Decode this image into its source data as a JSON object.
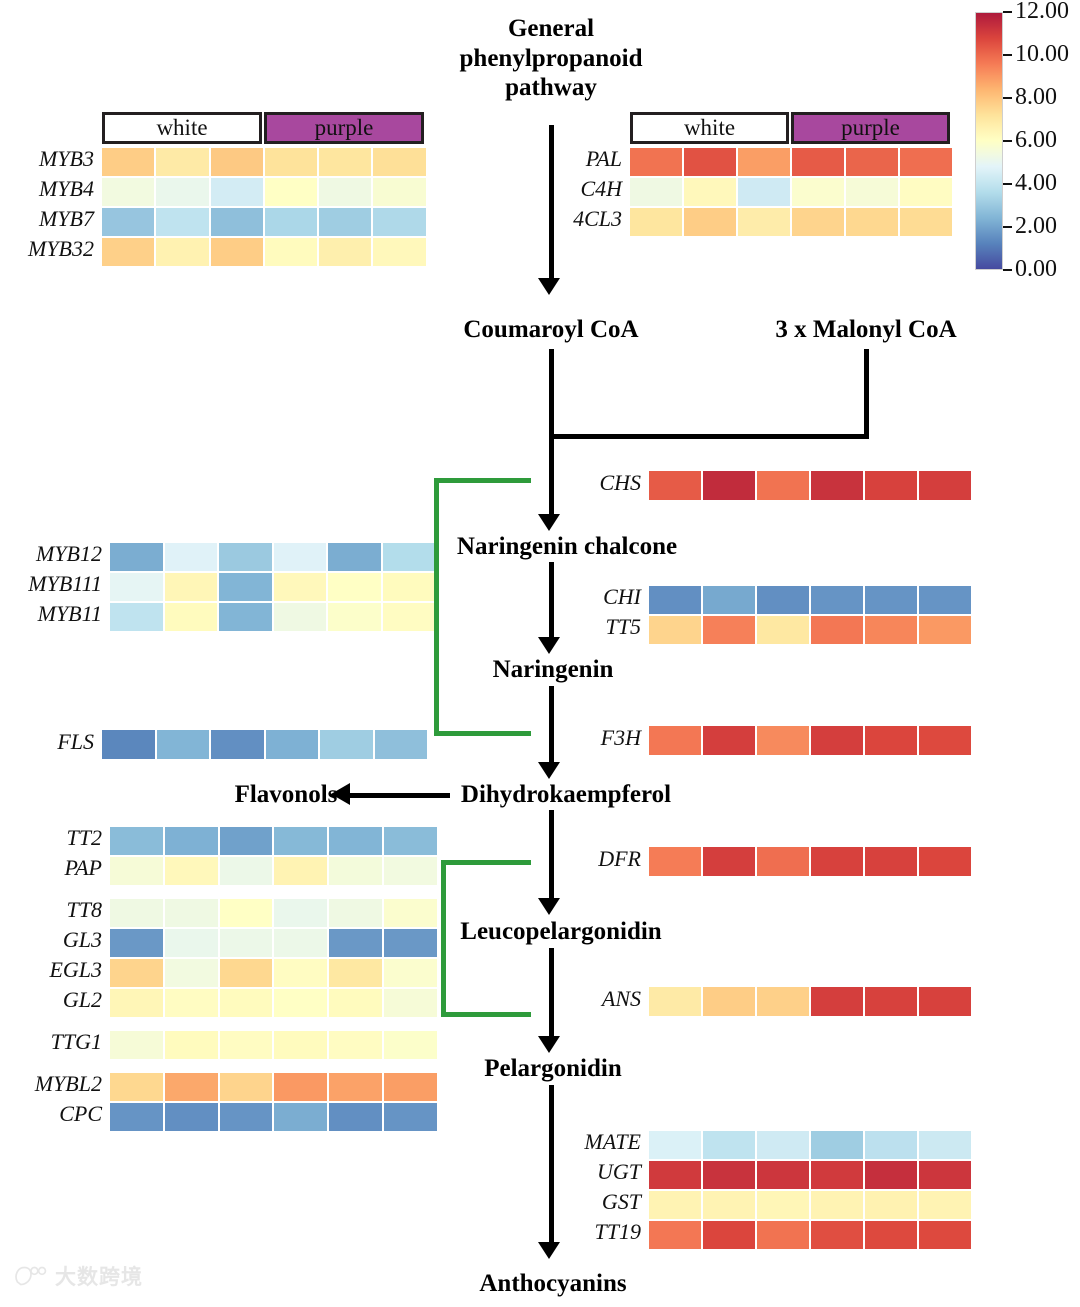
{
  "figure": {
    "title": "Anthocyanin biosynthesis pathway with expression heatmaps",
    "groups": [
      "white",
      "purple"
    ],
    "group_header_white": "white",
    "group_header_purple": "purple",
    "n_samples_per_group": 3,
    "colors": {
      "purple_header": "#a8489e",
      "white_header": "#ffffff",
      "bracket_green": "#2e9b3b",
      "arrow_black": "#000000"
    }
  },
  "pathway": {
    "nodes": [
      {
        "id": "general",
        "label": "General\nphenylpropanoid\npathway"
      },
      {
        "id": "coumaroyl",
        "label": "Coumaroyl CoA"
      },
      {
        "id": "malonyl",
        "label": "3 x Malonyl CoA"
      },
      {
        "id": "naringenin_chalcone",
        "label": "Naringenin chalcone"
      },
      {
        "id": "naringenin",
        "label": "Naringenin"
      },
      {
        "id": "dihydrokaempferol",
        "label": "Dihydrokaempferol"
      },
      {
        "id": "flavonols",
        "label": "Flavonols"
      },
      {
        "id": "leucopelargonidin",
        "label": "Leucopelargonidin"
      },
      {
        "id": "pelargonidin",
        "label": "Pelargonidin"
      },
      {
        "id": "anthocyanins",
        "label": "Anthocyanins"
      }
    ]
  },
  "colorbar": {
    "min": 0.0,
    "max": 12.0,
    "ticks": [
      "12.00",
      "10.00",
      "8.00",
      "6.00",
      "4.00",
      "2.00",
      "0.00"
    ],
    "tick_values": [
      12,
      10,
      8,
      6,
      4,
      2,
      0
    ],
    "colormap": "RdYlBu reversed"
  },
  "chart_data": {
    "type": "heatmap",
    "title": "Relative expression of anthocyanin pathway and regulatory genes",
    "colormap": "RdYlBu_r",
    "zlim": [
      0,
      12
    ],
    "columns": [
      "white-1",
      "white-2",
      "white-3",
      "purple-1",
      "purple-2",
      "purple-3"
    ],
    "column_groups": [
      "white",
      "white",
      "white",
      "purple",
      "purple",
      "purple"
    ],
    "blocks": [
      {
        "id": "myb-repressors",
        "position": "top-left",
        "rows": [
          "MYB3",
          "MYB4",
          "MYB7",
          "MYB32"
        ],
        "values": [
          [
            7.8,
            6.9,
            7.9,
            7.2,
            7.1,
            7.3
          ],
          [
            5.4,
            5.1,
            4.4,
            6.0,
            5.3,
            5.7
          ],
          [
            2.9,
            3.9,
            2.7,
            3.4,
            3.1,
            3.5
          ],
          [
            7.7,
            6.6,
            7.8,
            6.2,
            6.7,
            6.3
          ]
        ]
      },
      {
        "id": "early-phenylpropanoid",
        "position": "top-right",
        "rows": [
          "PAL",
          "C4H",
          "4CL3"
        ],
        "values": [
          [
            9.8,
            10.5,
            8.9,
            10.3,
            10.1,
            9.9
          ],
          [
            5.3,
            6.3,
            4.3,
            5.8,
            5.6,
            6.1
          ],
          [
            7.1,
            7.8,
            6.8,
            7.6,
            7.5,
            7.4
          ]
        ]
      },
      {
        "id": "chs",
        "position": "right",
        "rows": [
          "CHS"
        ],
        "values": [
          [
            10.3,
            11.5,
            9.8,
            11.3,
            10.9,
            11.0
          ]
        ]
      },
      {
        "id": "flavonol-mybs",
        "position": "mid-left",
        "rows": [
          "MYB12",
          "MYB111",
          "MYB11"
        ],
        "values": [
          [
            2.2,
            4.7,
            3.0,
            4.7,
            2.2,
            3.6
          ],
          [
            4.9,
            6.4,
            2.4,
            6.3,
            6.0,
            6.2
          ],
          [
            3.9,
            6.2,
            2.4,
            5.3,
            5.9,
            6.1
          ]
        ]
      },
      {
        "id": "chi-tt5",
        "position": "right",
        "rows": [
          "CHI",
          "TT5"
        ],
        "values": [
          [
            1.5,
            2.1,
            1.5,
            1.6,
            1.6,
            1.6
          ],
          [
            7.6,
            9.5,
            7.0,
            9.7,
            9.4,
            9.0
          ]
        ]
      },
      {
        "id": "f3h",
        "position": "right",
        "rows": [
          "F3H"
        ],
        "values": [
          [
            9.7,
            11.0,
            9.3,
            11.0,
            10.8,
            10.7
          ]
        ]
      },
      {
        "id": "fls",
        "position": "mid-left",
        "rows": [
          "FLS"
        ],
        "values": [
          [
            1.3,
            2.4,
            1.5,
            2.3,
            3.1,
            2.7
          ]
        ]
      },
      {
        "id": "anthocyanin-regulators",
        "position": "lower-left",
        "rows": [
          "TT2",
          "PAP",
          "TT8",
          "GL3",
          "EGL3",
          "GL2",
          "TTG1",
          "MYBL2",
          "CPC"
        ],
        "values": [
          [
            2.6,
            2.3,
            1.9,
            2.5,
            2.4,
            2.6
          ],
          [
            5.6,
            6.3,
            5.2,
            6.5,
            5.5,
            5.4
          ],
          [
            5.3,
            5.3,
            6.0,
            5.1,
            5.3,
            5.8
          ],
          [
            1.7,
            5.1,
            5.2,
            5.2,
            1.7,
            1.7
          ],
          [
            7.6,
            5.4,
            7.5,
            6.1,
            7.0,
            5.8
          ],
          [
            6.4,
            6.1,
            6.2,
            6.0,
            6.2,
            5.6
          ],
          [
            5.6,
            6.2,
            6.1,
            6.2,
            6.1,
            5.9
          ],
          [
            7.5,
            8.7,
            7.6,
            9.0,
            8.8,
            8.9
          ],
          [
            1.6,
            1.5,
            1.6,
            2.2,
            1.5,
            1.6
          ]
        ]
      },
      {
        "id": "dfr",
        "position": "right",
        "rows": [
          "DFR"
        ],
        "values": [
          [
            9.6,
            11.0,
            9.9,
            10.9,
            10.9,
            10.8
          ]
        ]
      },
      {
        "id": "ans",
        "position": "right",
        "rows": [
          "ANS"
        ],
        "values": [
          [
            6.9,
            7.8,
            7.7,
            11.0,
            10.9,
            10.9
          ]
        ]
      },
      {
        "id": "transport",
        "position": "bottom-right",
        "rows": [
          "MATE",
          "UGT",
          "GST",
          "TT19"
        ],
        "values": [
          [
            4.6,
            3.9,
            4.3,
            3.1,
            3.8,
            4.2
          ],
          [
            11.1,
            11.3,
            11.2,
            11.1,
            11.4,
            11.2
          ],
          [
            6.5,
            6.5,
            6.4,
            6.5,
            6.6,
            6.5
          ],
          [
            9.7,
            10.8,
            9.8,
            10.6,
            10.7,
            10.7
          ]
        ]
      }
    ]
  },
  "watermark": {
    "text": "大数跨境"
  }
}
